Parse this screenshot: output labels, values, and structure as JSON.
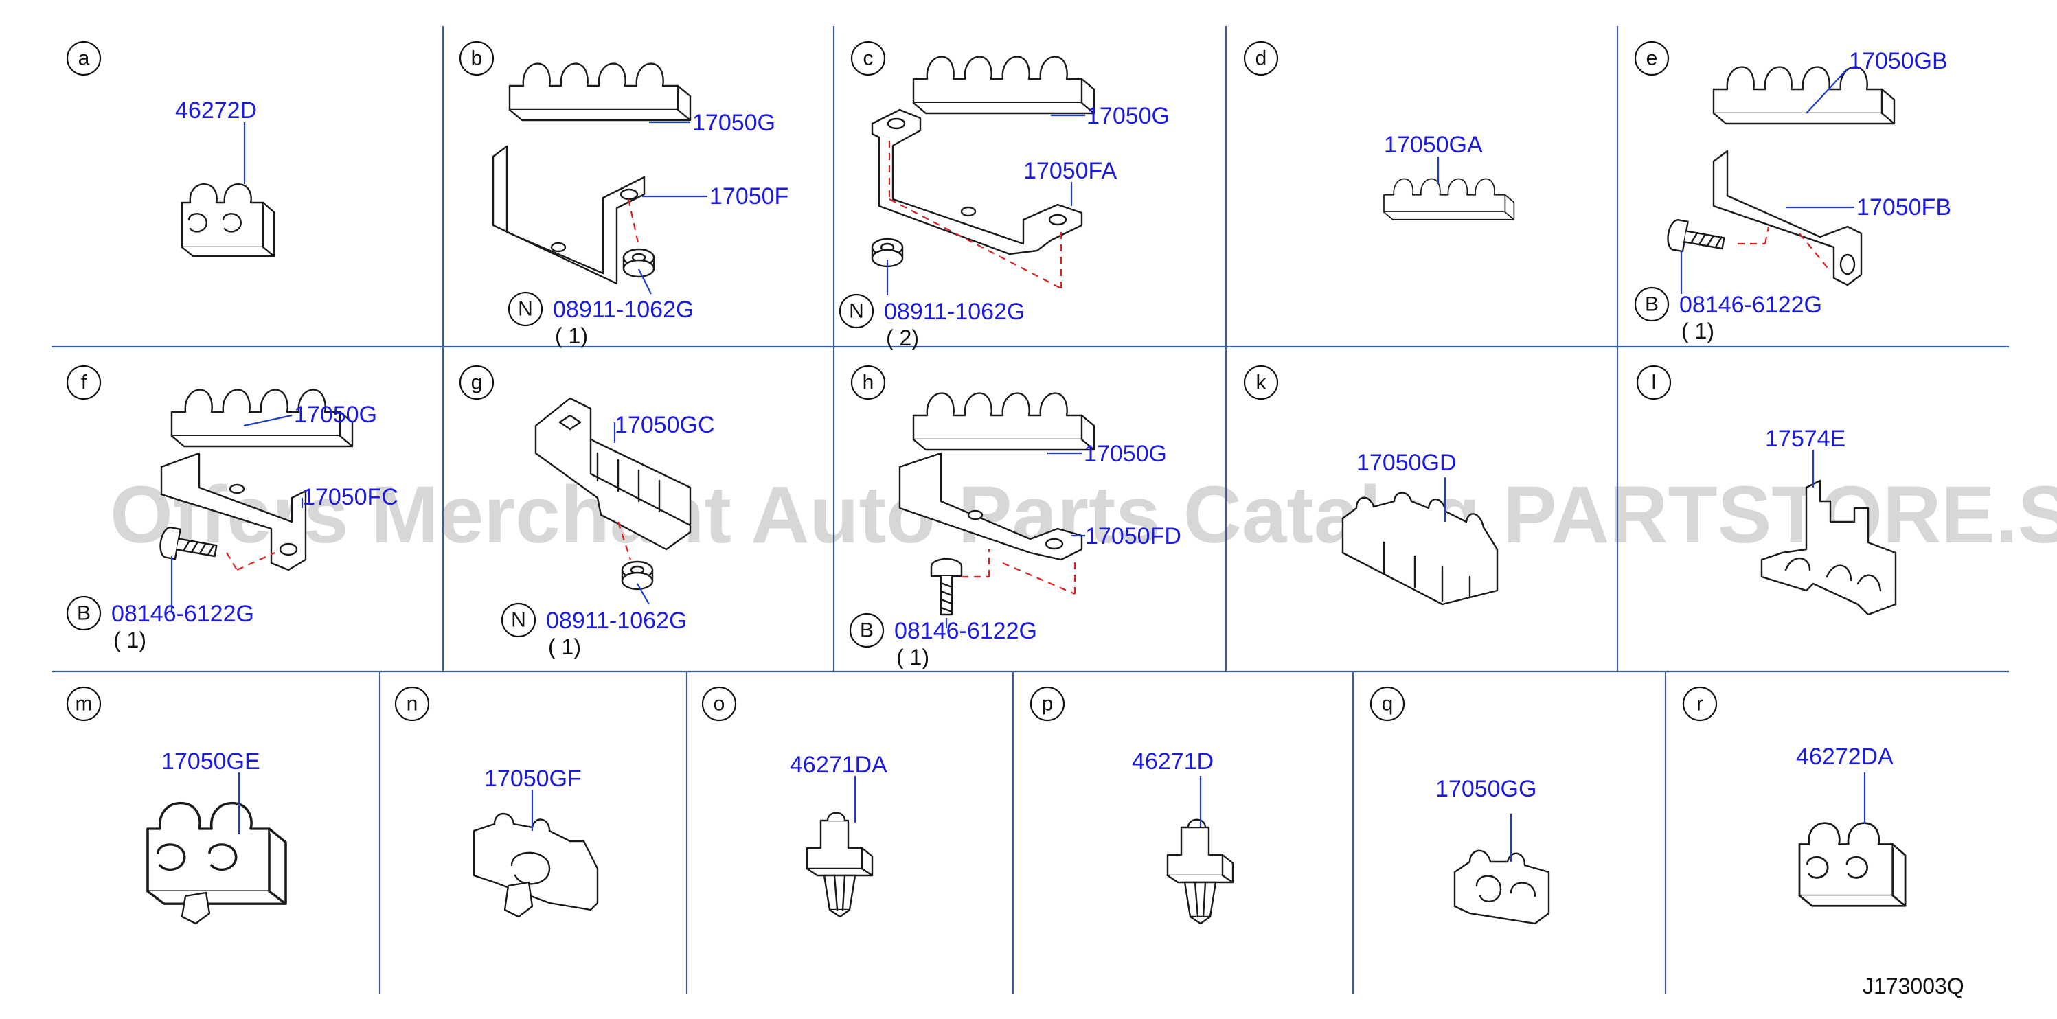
{
  "panels": {
    "a": {
      "letter": "a",
      "parts": [
        "46272D"
      ]
    },
    "b": {
      "letter": "b",
      "parts": [
        "17050G",
        "17050F",
        "08911-1062G"
      ],
      "note_symbol": "N",
      "qty": "( 1)"
    },
    "c": {
      "letter": "c",
      "parts": [
        "17050G",
        "17050FA",
        "08911-1062G"
      ],
      "note_symbol": "N",
      "qty": "( 2)"
    },
    "d": {
      "letter": "d",
      "parts": [
        "17050GA"
      ]
    },
    "e": {
      "letter": "e",
      "parts": [
        "17050GB",
        "17050FB",
        "08146-6122G"
      ],
      "note_symbol": "B",
      "qty": "( 1)"
    },
    "f": {
      "letter": "f",
      "parts": [
        "17050G",
        "17050FC",
        "08146-6122G"
      ],
      "note_symbol": "B",
      "qty": "( 1)"
    },
    "g": {
      "letter": "g",
      "parts": [
        "17050GC",
        "08911-1062G"
      ],
      "note_symbol": "N",
      "qty": "( 1)"
    },
    "h": {
      "letter": "h",
      "parts": [
        "17050G",
        "17050FD",
        "08146-6122G"
      ],
      "note_symbol": "B",
      "qty": "( 1)"
    },
    "k": {
      "letter": "k",
      "parts": [
        "17050GD"
      ]
    },
    "l": {
      "letter": "l",
      "parts": [
        "17574E"
      ]
    },
    "m": {
      "letter": "m",
      "parts": [
        "17050GE"
      ]
    },
    "n": {
      "letter": "n",
      "parts": [
        "17050GF"
      ]
    },
    "o": {
      "letter": "o",
      "parts": [
        "46271DA"
      ]
    },
    "p": {
      "letter": "p",
      "parts": [
        "46271D"
      ]
    },
    "q": {
      "letter": "q",
      "parts": [
        "17050GG"
      ]
    },
    "r": {
      "letter": "r",
      "parts": [
        "46272DA"
      ]
    }
  },
  "watermark": "Offers Merchant Auto Parts Catalog PARTSTORE.SA",
  "diagram_ref": "J173003Q",
  "colors": {
    "label": "#1a1ae0",
    "grid": "#3a5d9c",
    "dash": "#e02020",
    "watermark": "#b8b8b8"
  }
}
